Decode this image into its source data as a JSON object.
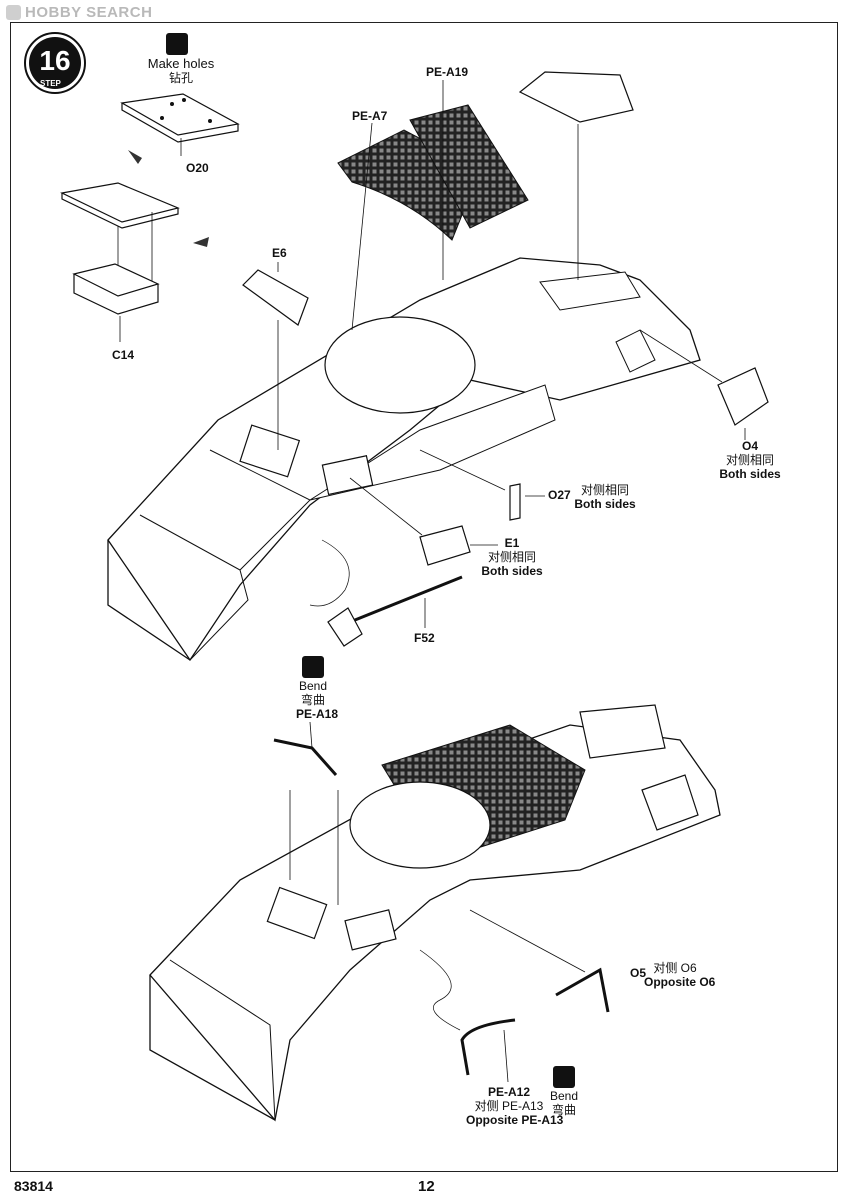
{
  "watermark": "HOBBY SEARCH",
  "step": {
    "number": "16",
    "label": "STEP"
  },
  "instructions": {
    "make_holes": {
      "en": "Make holes",
      "cn": "钻孔"
    },
    "bend_top": {
      "en": "Bend",
      "cn": "弯曲"
    },
    "bend_bottom": {
      "en": "Bend",
      "cn": "弯曲"
    }
  },
  "parts": {
    "o20": "O20",
    "c14": "C14",
    "e6": "E6",
    "pe_a7": "PE-A7",
    "pe_a19": "PE-A19",
    "o4": {
      "code": "O4",
      "cn": "对侧相同",
      "en": "Both sides"
    },
    "o27": {
      "code": "O27",
      "cn": "对侧相同",
      "en": "Both sides"
    },
    "e1": {
      "code": "E1",
      "cn": "对侧相同",
      "en": "Both sides"
    },
    "f52": "F52",
    "pe_a18": "PE-A18",
    "o5": {
      "code": "O5",
      "cn": "对侧 O6",
      "en": "Opposite O6"
    },
    "pe_a12": {
      "code": "PE-A12",
      "cn": "对侧 PE-A13",
      "en": "Opposite PE-A13"
    }
  },
  "footer": {
    "kit_number": "83814",
    "page_number": "12"
  }
}
